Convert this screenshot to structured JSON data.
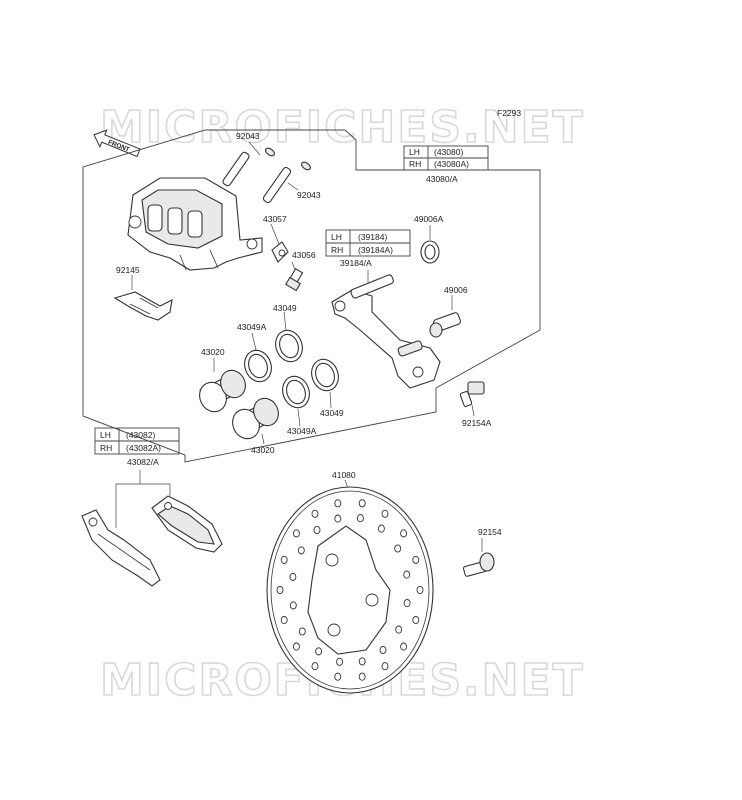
{
  "watermark": "MICROFICHES.NET",
  "fig_code": "F2293",
  "front_label": "FRONT",
  "parts": {
    "p92043a": "92043",
    "p92043b": "92043",
    "p43057": "43057",
    "p43056": "43056",
    "p92145": "92145",
    "p43049a_upper": "43049A",
    "p43049_upper": "43049",
    "p43020_upper": "43020",
    "p43049_lower": "43049",
    "p43049a_lower": "43049A",
    "p43020_lower": "43020",
    "p39184a": "39184/A",
    "p49006a": "49006A",
    "p49006": "49006",
    "p43080a": "43080/A",
    "p92154a": "92154A",
    "p43082a": "43082/A",
    "p41080": "41080",
    "p92154": "92154"
  },
  "tables": {
    "t43080": {
      "lh_side": "LH",
      "lh_code": "(43080)",
      "rh_side": "RH",
      "rh_code": "(43080A)"
    },
    "t39184": {
      "lh_side": "LH",
      "lh_code": "(39184)",
      "rh_side": "RH",
      "rh_code": "(39184A)"
    },
    "t43082": {
      "lh_side": "LH",
      "lh_code": "(43082)",
      "rh_side": "RH",
      "rh_code": "(43082A)"
    }
  }
}
